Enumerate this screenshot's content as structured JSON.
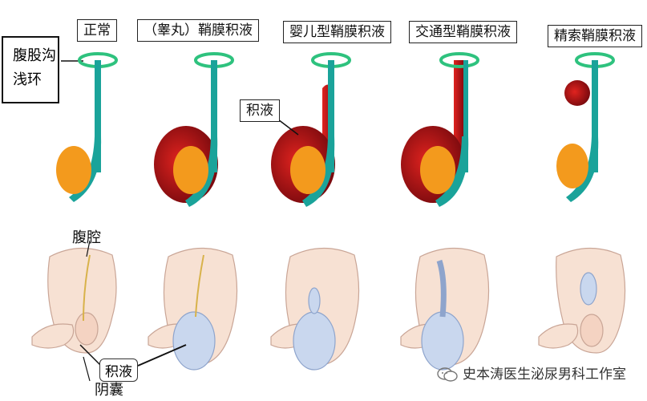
{
  "side_label": {
    "line1": "腹股沟",
    "line2": "浅环"
  },
  "headers": [
    {
      "id": "normal",
      "text": "正常"
    },
    {
      "id": "testis",
      "text": "（睾丸）鞘膜积液"
    },
    {
      "id": "infant",
      "text": "婴儿型鞘膜积液"
    },
    {
      "id": "communicating",
      "text": "交通型鞘膜积液"
    },
    {
      "id": "cord",
      "text": "精索鞘膜积液"
    }
  ],
  "annotations": {
    "fluid_top": "积液",
    "abdominal_cavity": "腹腔",
    "fluid_bottom": "积液",
    "scrotum": "阴囊"
  },
  "footer": {
    "text": "史本涛医生泌尿男科工作室",
    "icon": "wechat-icon"
  },
  "colors": {
    "ring": "#2ec27e",
    "cord": "#1aa39a",
    "testis": "#f39a1d",
    "fluid": "#b8141a",
    "fluid_light": "#c9d7ee"
  }
}
